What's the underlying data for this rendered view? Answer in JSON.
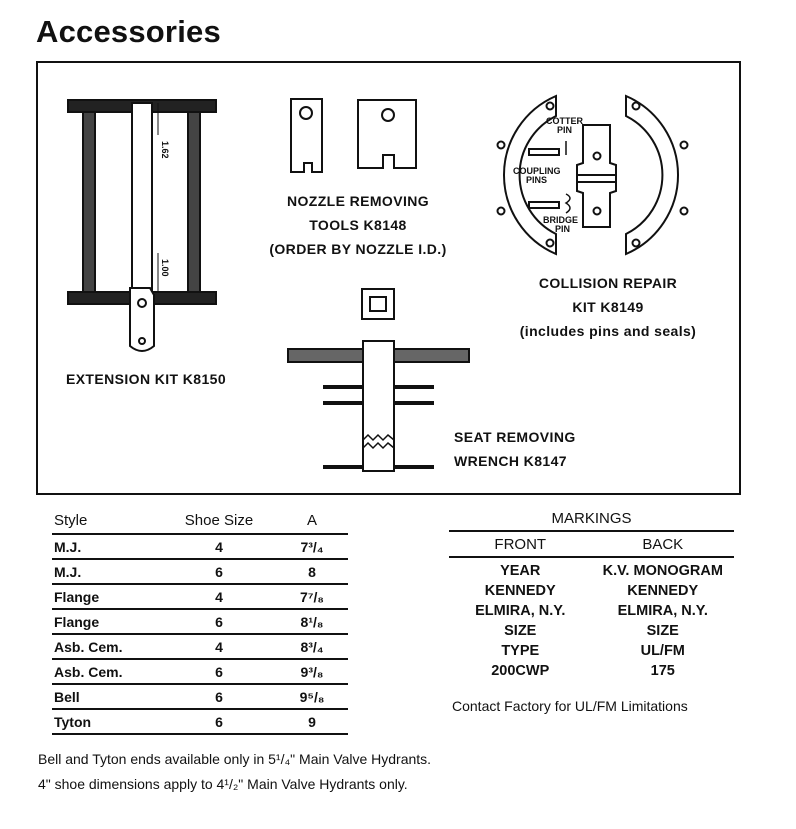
{
  "page": {
    "title": "Accessories"
  },
  "panel": {
    "extension_kit": {
      "caption": "EXTENSION KIT K8150",
      "dim_top": "1.62",
      "dim_bottom": "1.00"
    },
    "nozzle_tools": {
      "line1": "NOZZLE REMOVING",
      "line2": "TOOLS K8148",
      "line3": "(ORDER BY NOZZLE I.D.)"
    },
    "collision_repair": {
      "line1": "COLLISION REPAIR",
      "line2": "KIT K8149",
      "line3": "(includes pins and seals)",
      "label_cotter": "COTTER",
      "label_cotter2": "PIN",
      "label_coupling": "COUPLING",
      "label_coupling2": "PINS",
      "label_bridge": "BRIDGE",
      "label_bridge2": "PIN"
    },
    "seat_wrench": {
      "line1": "SEAT REMOVING",
      "line2": "WRENCH K8147"
    }
  },
  "shoe_table": {
    "headers": [
      "Style",
      "Shoe Size",
      "A"
    ],
    "rows": [
      [
        "M.J.",
        "4",
        "7³/₄"
      ],
      [
        "M.J.",
        "6",
        "8"
      ],
      [
        "Flange",
        "4",
        "7⁷/₈"
      ],
      [
        "Flange",
        "6",
        "8¹/₈"
      ],
      [
        "Asb. Cem.",
        "4",
        "8³/₄"
      ],
      [
        "Asb. Cem.",
        "6",
        "9³/₈"
      ],
      [
        "Bell",
        "6",
        "9⁵/₈"
      ],
      [
        "Tyton",
        "6",
        "9"
      ]
    ]
  },
  "markings": {
    "title": "MARKINGS",
    "front_header": "FRONT",
    "back_header": "BACK",
    "rows": [
      [
        "YEAR",
        "K.V. MONOGRAM"
      ],
      [
        "KENNEDY",
        "KENNEDY"
      ],
      [
        "ELMIRA, N.Y.",
        "ELMIRA, N.Y."
      ],
      [
        "SIZE",
        "SIZE"
      ],
      [
        "TYPE",
        "UL/FM"
      ],
      [
        "200CWP",
        "175"
      ]
    ],
    "contact": "Contact Factory for UL/FM Limitations"
  },
  "notes": {
    "line1": "Bell and Tyton ends available only in 5¹/₄\" Main Valve Hydrants.",
    "line2": "4\" shoe dimensions apply to 4¹/₂\" Main Valve Hydrants only."
  }
}
